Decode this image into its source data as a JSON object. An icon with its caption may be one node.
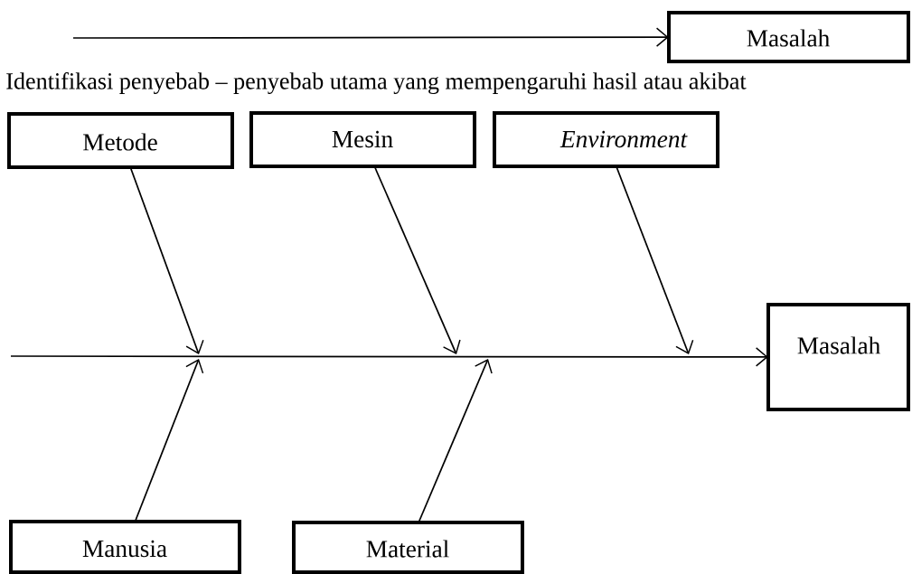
{
  "diagram": {
    "nodes": [
      {
        "text": [
          "Masalah"
        ]
      },
      {
        "text": [
          "Metode"
        ]
      },
      {
        "text": [
          "Mesin"
        ]
      },
      {
        "text": [
          "Environment"
        ]
      },
      {
        "text": [
          "Masalah"
        ]
      },
      {
        "text": [
          "Manusia"
        ]
      },
      {
        "text": [
          "Material"
        ]
      }
    ],
    "edges": [
      {
        "from": null,
        "to": 0,
        "arrow": "to"
      },
      {
        "from": null,
        "to": 4,
        "arrow": "to"
      },
      {
        "from": 1,
        "to": null,
        "arrow": "to"
      },
      {
        "from": 2,
        "to": null,
        "arrow": "to"
      },
      {
        "from": 3,
        "to": null,
        "arrow": "to"
      },
      {
        "from": 5,
        "to": null,
        "arrow": "to"
      },
      {
        "from": 6,
        "to": null,
        "arrow": "to"
      }
    ],
    "labels": [
      "Identifikasi penyebab – penyebab utama yang mempengaruhi hasil atau akibat"
    ]
  }
}
